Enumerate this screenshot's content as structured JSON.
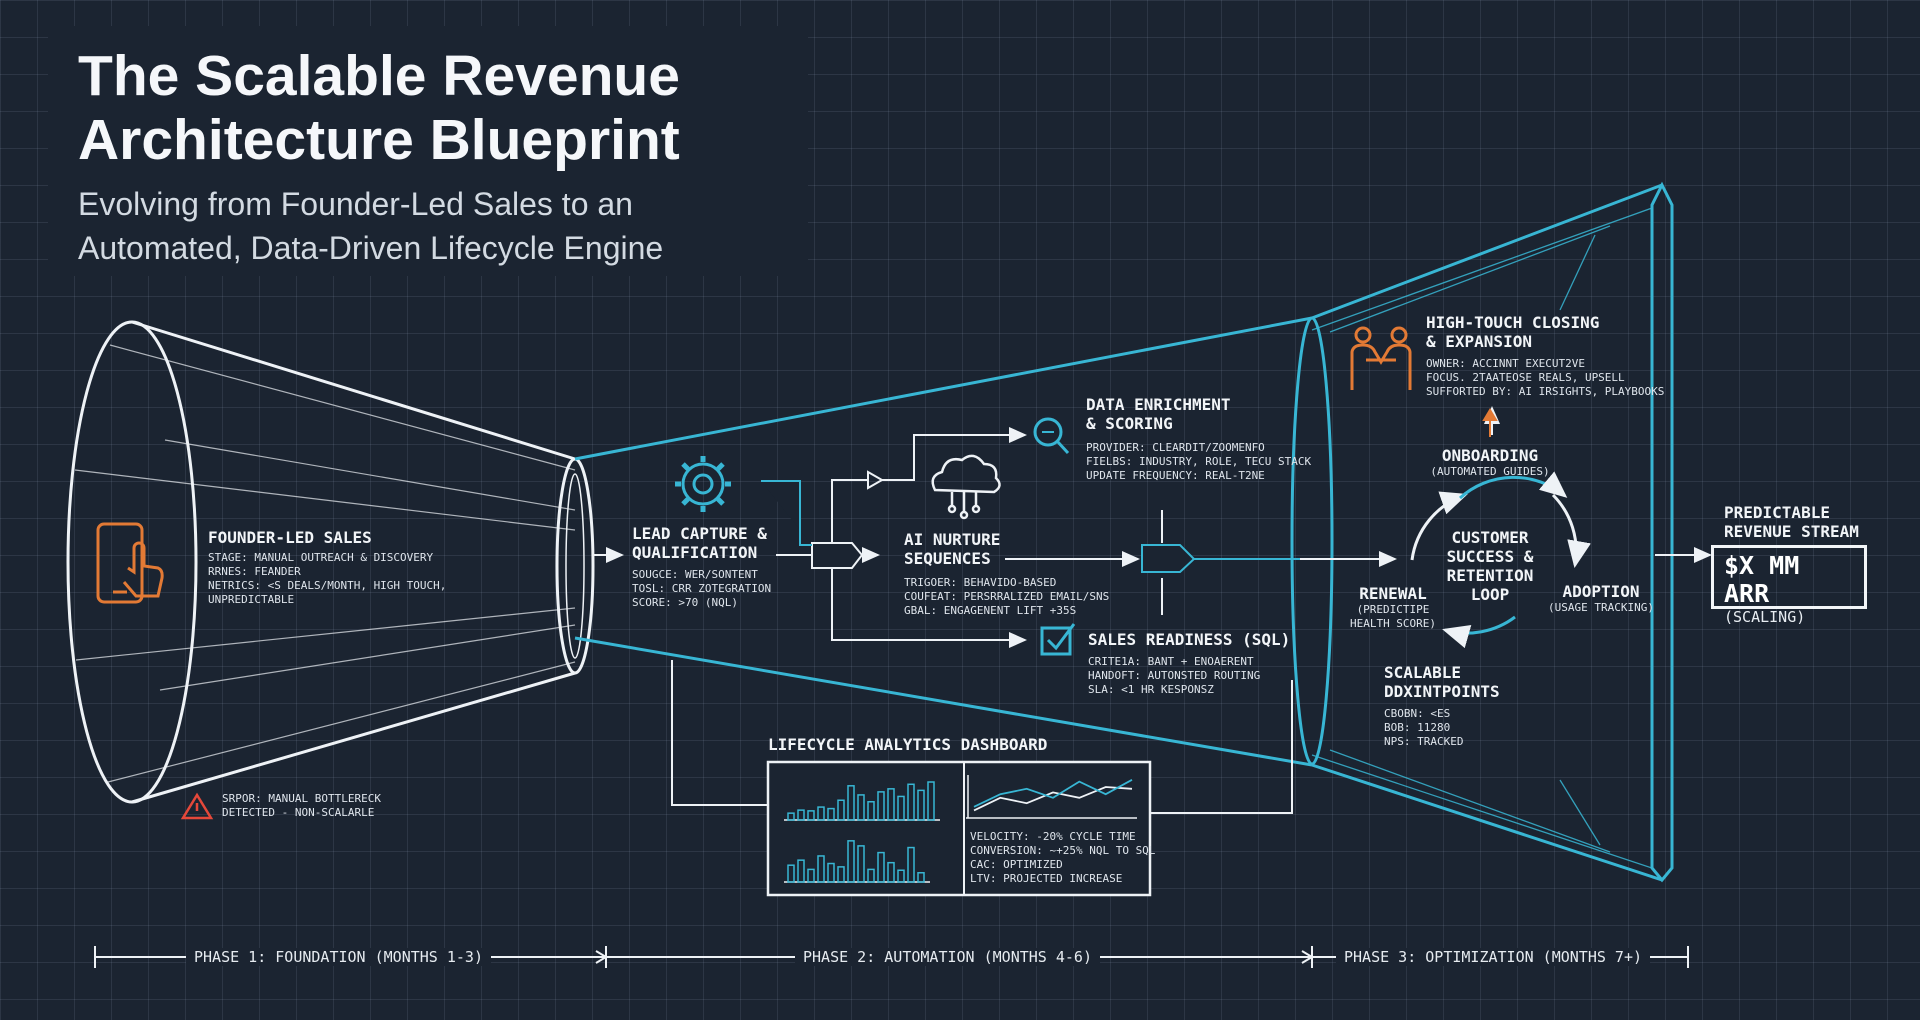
{
  "header": {
    "title_line1": "The Scalable Revenue",
    "title_line2": "Architecture Blueprint",
    "subtitle_line1": "Evolving from Founder-Led Sales to an",
    "subtitle_line2": "Automated, Data-Driven Lifecycle Engine"
  },
  "founder": {
    "title": "FOUNDER-LED SALES",
    "lines": [
      "STAGE: MANUAL OUTREACH & DISCOVERY",
      "RRNES: FEANDER",
      "NETRICS: <S DEALS/MONTH, HIGH TOUCH,",
      "UNPREDICTABLE"
    ],
    "error_line1": "SRPOR: MANUAL BOTTLERECK",
    "error_line2": "DETECTED - NON-SCALARLE"
  },
  "lead_capture": {
    "title_line1": "LEAD CAPTURE &",
    "title_line2": "QUALIFICATION",
    "lines": [
      "SOUGCE: WER/SONTENT",
      "TOSL: CRR ZOTEGRATION",
      "SCORE: >70 (NQL)"
    ]
  },
  "enrichment": {
    "title_line1": "DATA ENRICHMENT",
    "title_line2": "& SCORING",
    "lines": [
      "PROVIDER: CLEARDIT/ZOOMENFO",
      "FIELBS: INDUSTRY, ROLE, TECU STACK",
      "UPDATE FREQUENCY: REAL-T2NE"
    ]
  },
  "nurture": {
    "title_line1": "AI NURTURE",
    "title_line2": "SEQUENCES",
    "lines": [
      "TRIGOER: BEHAVIDO-BASED",
      "COUFEAT: PERSRRALIZED EMAIL/SNS",
      "GBAL: ENGAGENENT LIFT +35S"
    ]
  },
  "sql": {
    "title": "SALES READINESS (SQL)",
    "lines": [
      "CRITE1A: BANT + ENOAERENT",
      "HANDOFT: AUTONSTED ROUTING",
      "SLA: <1 HR KESPONSZ"
    ]
  },
  "high_touch": {
    "title_line1": "HIGH-TOUCH CLOSING",
    "title_line2": "& EXPANSION",
    "lines": [
      "OWNER: ACCINNT EXECUT2VE",
      "FOCUS. 2TAATEOSE REALS, UPSELL",
      "SUFFORTED BY: AI IRSIGHTS, PLAYBOOKS"
    ]
  },
  "loop": {
    "center_line1": "CUSTOMER",
    "center_line2": "SUCCESS &",
    "center_line3": "RETENTION",
    "center_line4": "LOOP",
    "onboarding": "ONBOARDING",
    "onboarding_sub": "(AUTOMATED GUIDES)",
    "adoption": "ADOPTION",
    "adoption_sub": "(USAGE TRACKING)",
    "renewal": "RENEWAL",
    "renewal_sub1": "(PREDICTIPE",
    "renewal_sub2": "HEALTH SCORE)"
  },
  "touchpoints": {
    "title_line1": "SCALABLE",
    "title_line2": "DDXINTPOINTS",
    "lines": [
      "CBOBN: <ES",
      "BOB: 11280",
      "NPS: TRACKED"
    ]
  },
  "output": {
    "title_line1": "PREDICTABLE",
    "title_line2": "REVENUE STREAM",
    "value": "$X MM ARR",
    "value_sub": "(SCALING)"
  },
  "dashboard": {
    "title": "LIFECYCLE ANALYTICS DASHBOARD",
    "lines": [
      "VELOCITY: -20% CYCLE TIME",
      "CONVERSION: ~+25% NQL TO SQL",
      "CAC: OPTIMIZED",
      "LTV: PROJECTED INCREASE"
    ],
    "bars_top": [
      0.18,
      0.26,
      0.24,
      0.34,
      0.3,
      0.52,
      0.9,
      0.66,
      0.48,
      0.74,
      0.82,
      0.62,
      0.94,
      0.78,
      1.0
    ],
    "bars_bottom": [
      0.4,
      0.52,
      0.3,
      0.62,
      0.44,
      0.36,
      0.98,
      0.86,
      0.3,
      0.7,
      0.46,
      0.28,
      0.82,
      0.22
    ],
    "line_a": [
      0.1,
      0.45,
      0.3,
      0.6,
      0.45,
      0.75,
      0.7
    ],
    "line_b": [
      0.2,
      0.55,
      0.7,
      0.45,
      0.9,
      0.55,
      0.95
    ]
  },
  "phases": {
    "phase1": "PHASE 1: FOUNDATION (MONTHS 1-3)",
    "phase2": "PHASE 2: AUTOMATION (MONTHS 4-6)",
    "phase3": "PHASE 3: OPTIMIZATION (MONTHS 7+)"
  },
  "colors": {
    "background": "#1b2431",
    "accent_cyan": "#38b6d4",
    "accent_orange": "#e37a35",
    "error_red": "#e5483a",
    "line_white": "#eef2f6"
  },
  "icons": {
    "founder": "tablet-touch-icon",
    "lead": "gear-target-icon",
    "enrichment": "magnifier-data-icon",
    "nurture": "cloud-network-icon",
    "sql": "checkbox-icon",
    "closing": "handshake-people-icon",
    "error": "warning-triangle-icon"
  }
}
